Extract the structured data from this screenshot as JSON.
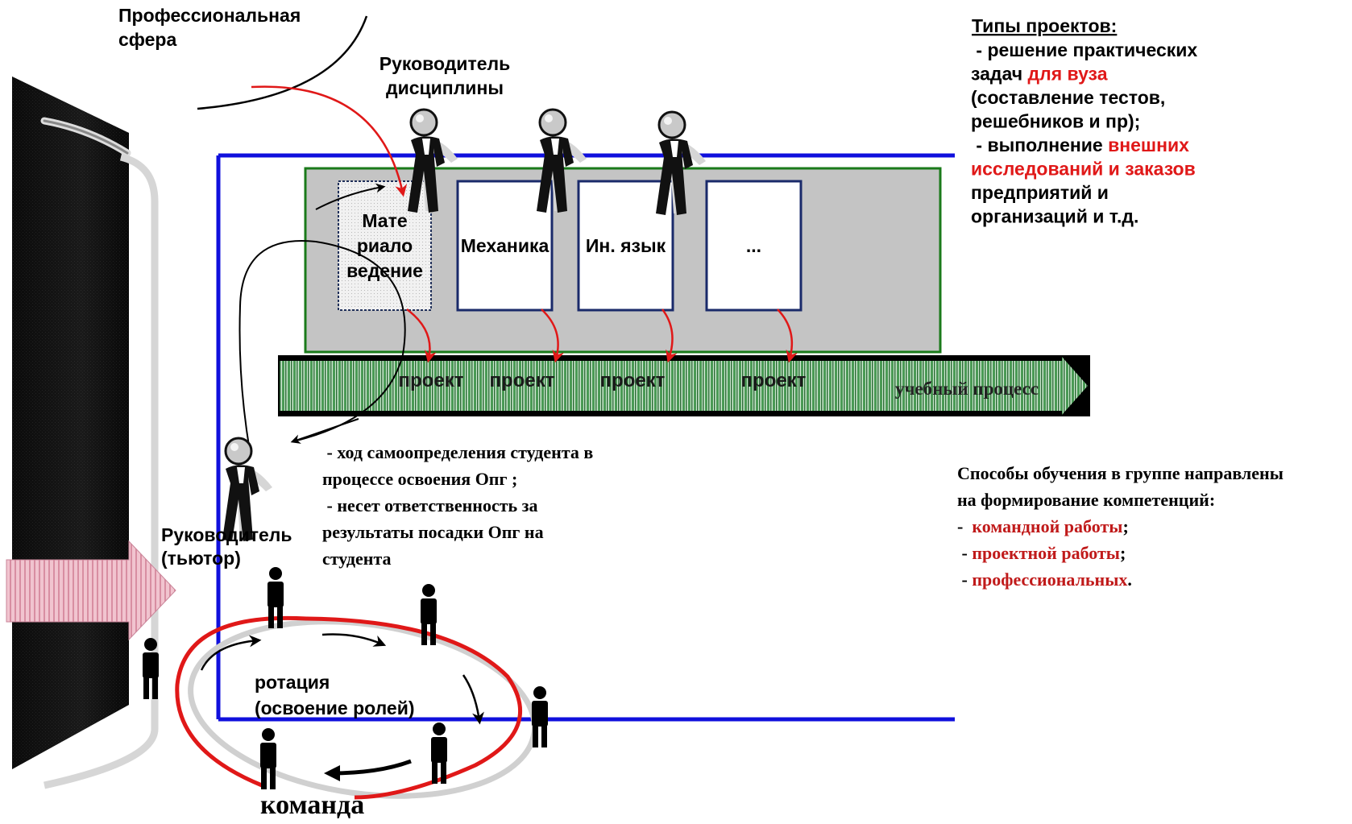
{
  "labels": {
    "professional_sphere": [
      "Профессиональная",
      "сфера"
    ],
    "discipline_head": [
      "Руководитель",
      "дисциплины"
    ],
    "tutor": [
      "Руководитель",
      "(тьютор)"
    ],
    "rotation": [
      "ротация",
      "(освоение ролей)"
    ],
    "team": "команда",
    "learning_process": "учебный процесс"
  },
  "disciplines": [
    {
      "lines": [
        "Мате",
        "риало",
        "ведение"
      ]
    },
    {
      "lines": [
        "Механика"
      ]
    },
    {
      "lines": [
        "Ин. язык"
      ]
    },
    {
      "lines": [
        "..."
      ]
    }
  ],
  "project_labels": [
    "проект",
    "проект",
    "проект",
    "проект"
  ],
  "project_types": {
    "title": "Типы проектов:",
    "lines": [
      [
        {
          "t": " - решение практических"
        }
      ],
      [
        {
          "t": "задач "
        },
        {
          "t": "для вуза",
          "red": true
        }
      ],
      [
        {
          "t": "(составление тестов,"
        }
      ],
      [
        {
          "t": "решебников и пр);"
        }
      ],
      [
        {
          "t": " - выполнение "
        },
        {
          "t": "внешних",
          "red": true
        }
      ],
      [
        {
          "t": "исследований и заказов",
          "red": true
        }
      ],
      [
        {
          "t": "предприятий и"
        }
      ],
      [
        {
          "t": "организаций и т.д."
        }
      ]
    ]
  },
  "tutor_notes": [
    " - ход самоопределения студента в",
    "процессе освоения Опг ;",
    " - несет ответственность за",
    "результаты посадки Опг на",
    "студента"
  ],
  "learning_methods": [
    [
      {
        "t": "Способы обучения в группе направлены"
      }
    ],
    [
      {
        "t": "на формирование компетенций:"
      }
    ],
    [
      {
        "t": "-  "
      },
      {
        "t": "командной работы",
        "red": true
      },
      {
        "t": ";"
      }
    ],
    [
      {
        "t": " - "
      },
      {
        "t": "проектной работы",
        "red": true
      },
      {
        "t": ";"
      }
    ],
    [
      {
        "t": " - "
      },
      {
        "t": "профессиональных",
        "red": true
      },
      {
        "t": "."
      }
    ]
  ],
  "colors": {
    "blue": "#1010dd",
    "red": "#e01818",
    "dark_red": "#c01a1a",
    "green_border": "#1a7a1a",
    "panel_gray": "#c4c4c4",
    "bar_green": "#5fb56a",
    "black": "#000000"
  }
}
